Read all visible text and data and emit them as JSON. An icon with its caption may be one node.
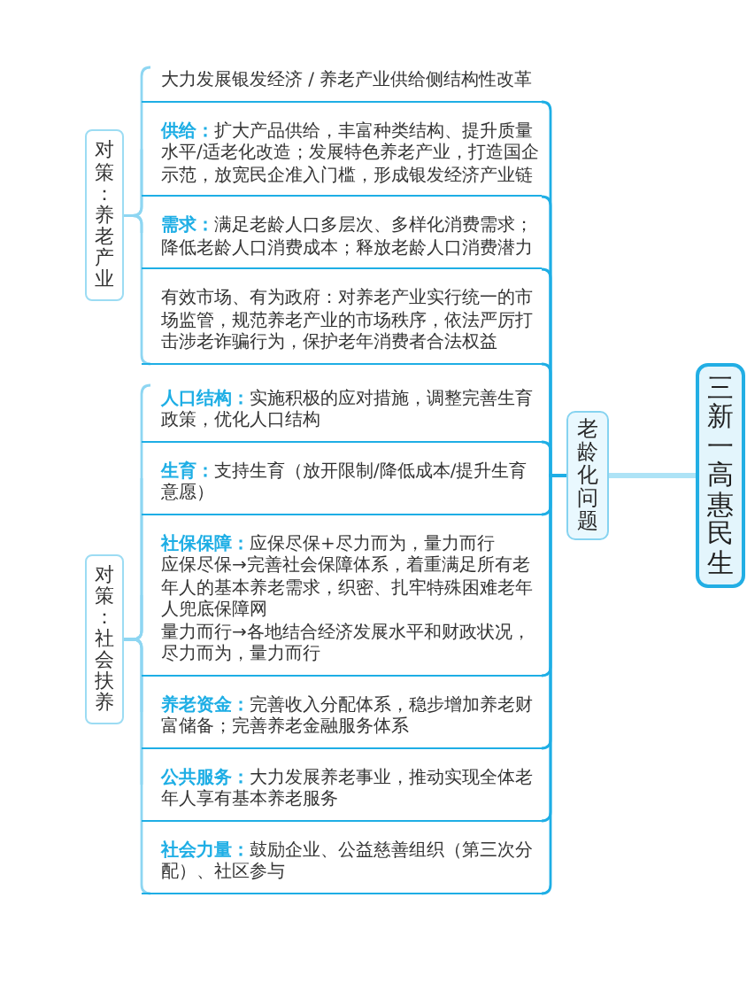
{
  "diagram": {
    "nodes": [
      {
        "text": [
          "三新一高惠民生"
        ]
      },
      {
        "text": [
          "老龄化问题"
        ]
      },
      {
        "text": [
          "对策：养老产业"
        ]
      },
      {
        "text": [
          "大力发展银发经济 / 养老产业供给侧结构性改革"
        ]
      },
      {
        "text": [
          "**供给：**扩大产品供给，丰富种类结构、提升质量水平/适老化改造；发展特色养老产业，打造国企示范，放宽民企准入门槛，形成银发经济产业链"
        ]
      },
      {
        "text": [
          "**需求：**满足老龄人口多层次、多样化消费需求；降低老龄人口消费成本；释放老龄人口消费潜力"
        ]
      },
      {
        "text": [
          "有效市场、有为政府：对养老产业实行统一的市场监管，规范养老产业的市场秩序，依法严厉打击涉老诈骗行为，保护老年消费者合法权益"
        ]
      },
      {
        "text": [
          "对策：社会扶养"
        ]
      },
      {
        "text": [
          "**人口结构：**实施积极的应对措施，调整完善生育政策，优化人口结构"
        ]
      },
      {
        "text": [
          "**生育：**支持生育（放开限制/降低成本/提升生育意愿）"
        ]
      },
      {
        "text": [
          "**社保保障：**应保尽保+尽力而为，量力而行",
          "应保尽保→完善社会保障体系，着重满足所有老年人的基本养老需求，织密、扎牢特殊困难老年人兜底保障网",
          "量力而行→各地结合经济发展水平和财政状况，尽力而为，量力而行"
        ]
      },
      {
        "text": [
          "**养老资金：**完善收入分配体系，稳步增加养老财富储备；完善养老金融服务体系"
        ]
      },
      {
        "text": [
          "**公共服务：**大力发展养老事业，推动实现全体老年人享有基本养老服务"
        ]
      },
      {
        "text": [
          "**社会力量：**鼓励企业、公益慈善组织（第三次分配）、社区参与"
        ]
      }
    ],
    "edges": [
      {
        "from": 0,
        "to": 1,
        "arrow": "none",
        "style": "thick",
        "color": "#aee3f6"
      },
      {
        "from": 1,
        "to": 3,
        "arrow": "none"
      },
      {
        "from": 1,
        "to": 4,
        "arrow": "none"
      },
      {
        "from": 1,
        "to": 5,
        "arrow": "none"
      },
      {
        "from": 1,
        "to": 6,
        "arrow": "none"
      },
      {
        "from": 1,
        "to": 8,
        "arrow": "none"
      },
      {
        "from": 1,
        "to": 9,
        "arrow": "none"
      },
      {
        "from": 1,
        "to": 10,
        "arrow": "none"
      },
      {
        "from": 1,
        "to": 11,
        "arrow": "none"
      },
      {
        "from": 1,
        "to": 12,
        "arrow": "none"
      },
      {
        "from": 1,
        "to": 13,
        "arrow": "none"
      },
      {
        "from": 2,
        "to": 3,
        "arrow": "none",
        "color": "#8ed6f2"
      },
      {
        "from": 2,
        "to": 4,
        "arrow": "none",
        "color": "#8ed6f2"
      },
      {
        "from": 2,
        "to": 5,
        "arrow": "none",
        "color": "#8ed6f2"
      },
      {
        "from": 2,
        "to": 6,
        "arrow": "none",
        "color": "#8ed6f2"
      },
      {
        "from": 7,
        "to": 8,
        "arrow": "none",
        "color": "#8ed6f2"
      },
      {
        "from": 7,
        "to": 9,
        "arrow": "none",
        "color": "#8ed6f2"
      },
      {
        "from": 7,
        "to": 10,
        "arrow": "none",
        "color": "#8ed6f2"
      },
      {
        "from": 7,
        "to": 11,
        "arrow": "none",
        "color": "#8ed6f2"
      },
      {
        "from": 7,
        "to": 12,
        "arrow": "none",
        "color": "#8ed6f2"
      },
      {
        "from": 7,
        "to": 13,
        "arrow": "none",
        "color": "#8ed6f2"
      }
    ]
  }
}
